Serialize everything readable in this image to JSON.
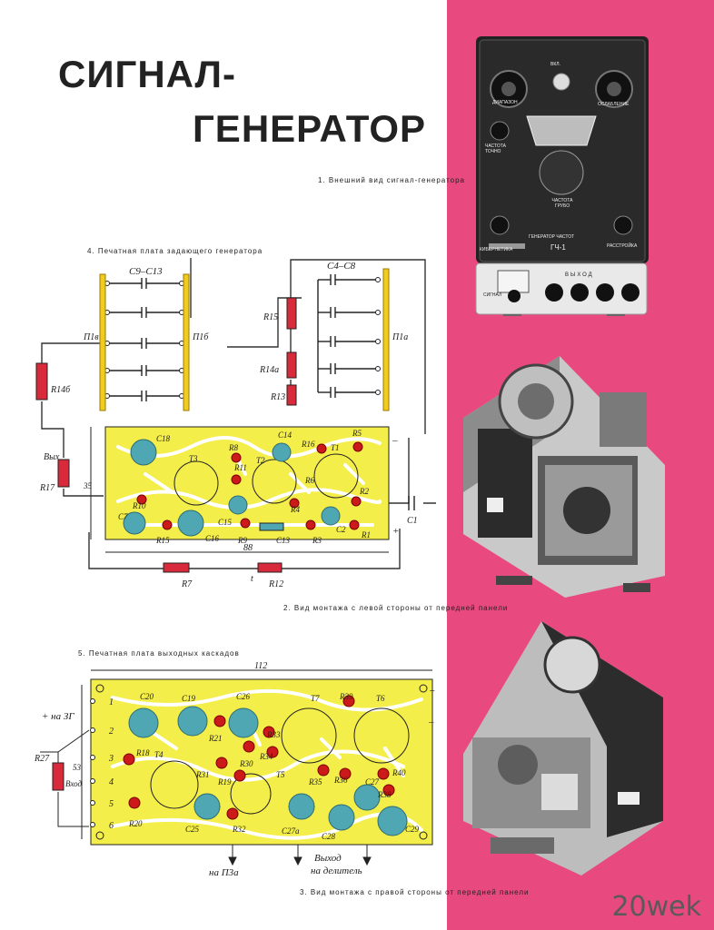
{
  "title_line1": "СИГНАЛ-",
  "title_line2": "ГЕНЕРАТОР",
  "captions": {
    "c1": "1. Внешний вид сигнал-генератора",
    "c2": "2. Вид монтажа с левой стороны от передней панели",
    "c3": "3. Вид монтажа с правой стороны от передней панели",
    "c4": "4. Печатная плата задающего генератора",
    "c5": "5. Печатная плата выходных каскадов"
  },
  "device": {
    "band_label": "ДИАПАЗОН",
    "power_label": "ВКЛ.",
    "att_label": "ОСЛАБЛЕНИЕ",
    "fine_label": "ЧАСТОТА ТОЧНО",
    "coarse_label": "ЧАСТОТА ГРУБО",
    "name_label": "ГЕНЕРАТОР ЧАСТОТ",
    "model_label": "ГЧ-1",
    "detune_label": "РАССТРОЙКА",
    "brand_label": "КИБЕРНЕТИКА",
    "signal_label": "СИГНАЛ",
    "output_label": "ВЫХОД"
  },
  "diagram4": {
    "cap_group_left": "C9–C13",
    "cap_group_right": "C4–C8",
    "labels": [
      "П1в",
      "П1б",
      "П1а",
      "R14б",
      "R15",
      "R14а",
      "R13",
      "R17",
      "Вых",
      "35",
      "88",
      "R7",
      "R12",
      "t",
      "C1",
      "+",
      "–"
    ],
    "components": [
      "C18",
      "T3",
      "R8",
      "R11",
      "C14",
      "T2",
      "R16",
      "R5",
      "T1",
      "R10",
      "R6",
      "R4",
      "R2",
      "C7",
      "R15",
      "C16",
      "C15",
      "R9",
      "C13",
      "R3",
      "C2",
      "R1"
    ]
  },
  "diagram5": {
    "width_dim": "112",
    "height_dim": "53",
    "left_label": "+ на ЗГ",
    "r27_label": "R27",
    "vhod_label": "Вход",
    "pins": [
      "1",
      "2",
      "3",
      "4",
      "5",
      "6"
    ],
    "components": [
      "C20",
      "C19",
      "C26",
      "T7",
      "R39",
      "T6",
      "R21",
      "R33",
      "R18",
      "T4",
      "R30",
      "R34",
      "R31",
      "R19",
      "T5",
      "R35",
      "R36",
      "C27",
      "R40",
      "R38",
      "R20",
      "C25",
      "R32",
      "C27а",
      "C28",
      "C29"
    ],
    "bottom_labels": [
      "на П3а",
      "Выход",
      "на делитель"
    ]
  },
  "watermark": "20wek",
  "colors": {
    "pink": "#e8497f",
    "board": "#f4ee4a",
    "trace": "#ffffff",
    "capacitor": "#4fa7b3",
    "resistor": "#cc1a1a",
    "rod": "#f0cc1e",
    "res_body": "#d82a3a"
  }
}
